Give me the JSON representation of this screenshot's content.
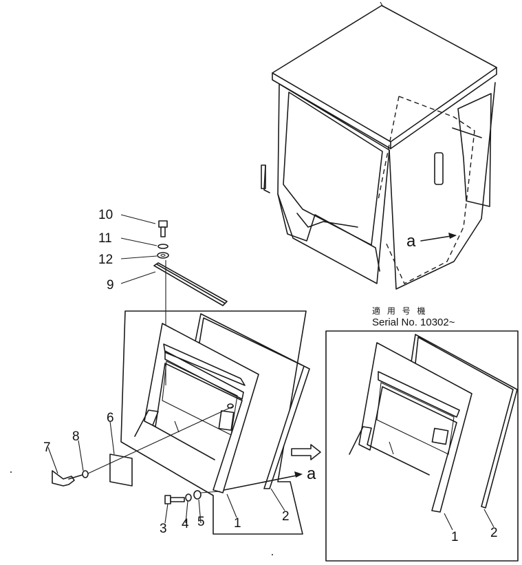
{
  "diagram": {
    "serial_caption_jp": "適 用 号 機",
    "serial_caption": "Serial No. 10302~",
    "view_marker": "a",
    "part_numbers": {
      "p1": "1",
      "p2": "2",
      "p3": "3",
      "p4": "4",
      "p5": "5",
      "p6": "6",
      "p7": "7",
      "p8": "8",
      "p9": "9",
      "p10": "10",
      "p11": "11",
      "p12": "12"
    },
    "inset_numbers": {
      "p1": "1",
      "p2": "2"
    }
  }
}
